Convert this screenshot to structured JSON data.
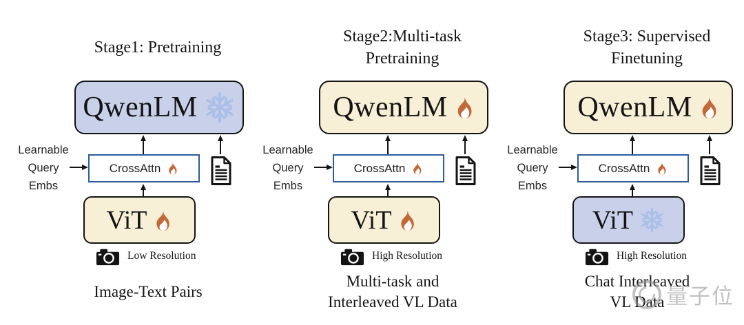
{
  "colors": {
    "background": "#ffffff",
    "ink": "#141414",
    "frozen-fill": "#c9d1ea",
    "trainable-fill": "#f7f0d7",
    "crossattn-border": "#2e5b9e",
    "flame": "#c2693a",
    "snowflake": "#abc0e8",
    "watermark": "#8f8f8f"
  },
  "icons": {
    "trainable": "flame-icon",
    "frozen": "snowflake-icon",
    "text_output": "document-icon",
    "image_input": "camera-icon",
    "watermark_logo": "qbitai-logo"
  },
  "shared": {
    "learnable_label": "Learnable\nQuery\nEmbs"
  },
  "stages": [
    {
      "title": "Stage1: Pretraining",
      "qwenlm": {
        "label": "QwenLM",
        "state": "frozen"
      },
      "crossattn": {
        "label": "CrossAttn",
        "state": "trainable"
      },
      "vit": {
        "label": "ViT",
        "state": "trainable"
      },
      "resolution_label": "Low Resolution",
      "caption": "Image-Text Pairs"
    },
    {
      "title": "Stage2:Multi-task\nPretraining",
      "qwenlm": {
        "label": "QwenLM",
        "state": "trainable"
      },
      "crossattn": {
        "label": "CrossAttn",
        "state": "trainable"
      },
      "vit": {
        "label": "ViT",
        "state": "trainable"
      },
      "resolution_label": "High Resolution",
      "caption": "Multi-task and\nInterleaved VL Data"
    },
    {
      "title": "Stage3: Supervised\nFinetuning",
      "qwenlm": {
        "label": "QwenLM",
        "state": "trainable"
      },
      "crossattn": {
        "label": "CrossAttn",
        "state": "trainable"
      },
      "vit": {
        "label": "ViT",
        "state": "frozen"
      },
      "resolution_label": "High Resolution",
      "caption": "Chat Interleaved\nVL Data"
    }
  ],
  "watermark": {
    "text": "量子位"
  }
}
